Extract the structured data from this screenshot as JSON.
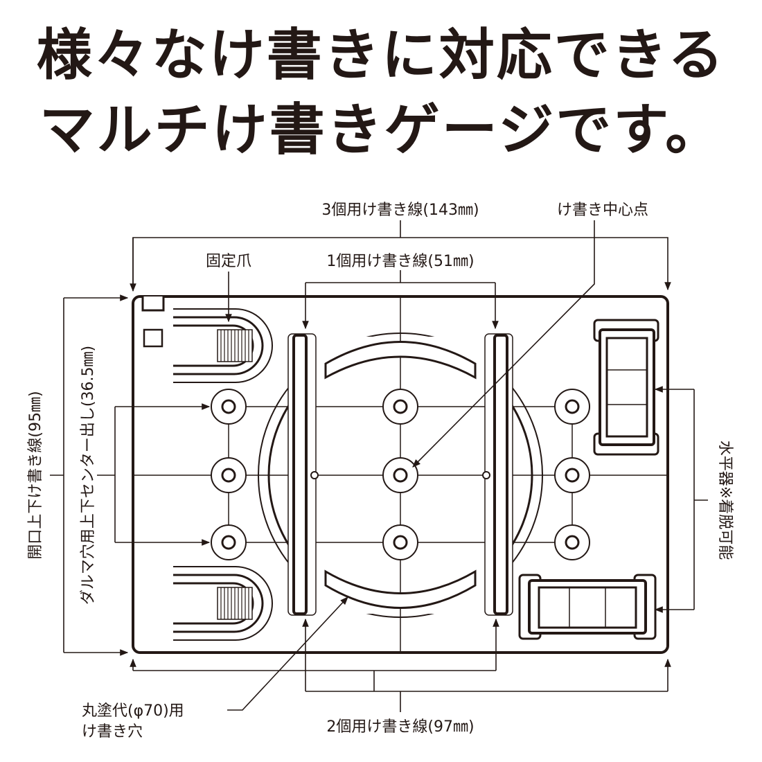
{
  "headline": {
    "line1": "様々なけ書きに対応できる",
    "line2": "マルチけ書きゲージです。"
  },
  "labels": {
    "line_3_pieces": "3個用け書き線(143㎜)",
    "center_point": "け書き中心点",
    "fixing_claw": "固定爪",
    "line_1_piece": "1個用け書き線(51㎜)",
    "line_2_pieces": "2個用け書き線(97㎜)",
    "round_hole_line1": "丸塗代(φ70)用",
    "round_hole_line2": "け書き穴",
    "opening_line": "開口上下け書き線(95㎜)",
    "daruma_center": "ダルマ穴用上下センター出し(36.5㎜)",
    "level_detachable": "水平器※着脱可能"
  },
  "colors": {
    "ink": "#231815",
    "background": "#ffffff"
  }
}
